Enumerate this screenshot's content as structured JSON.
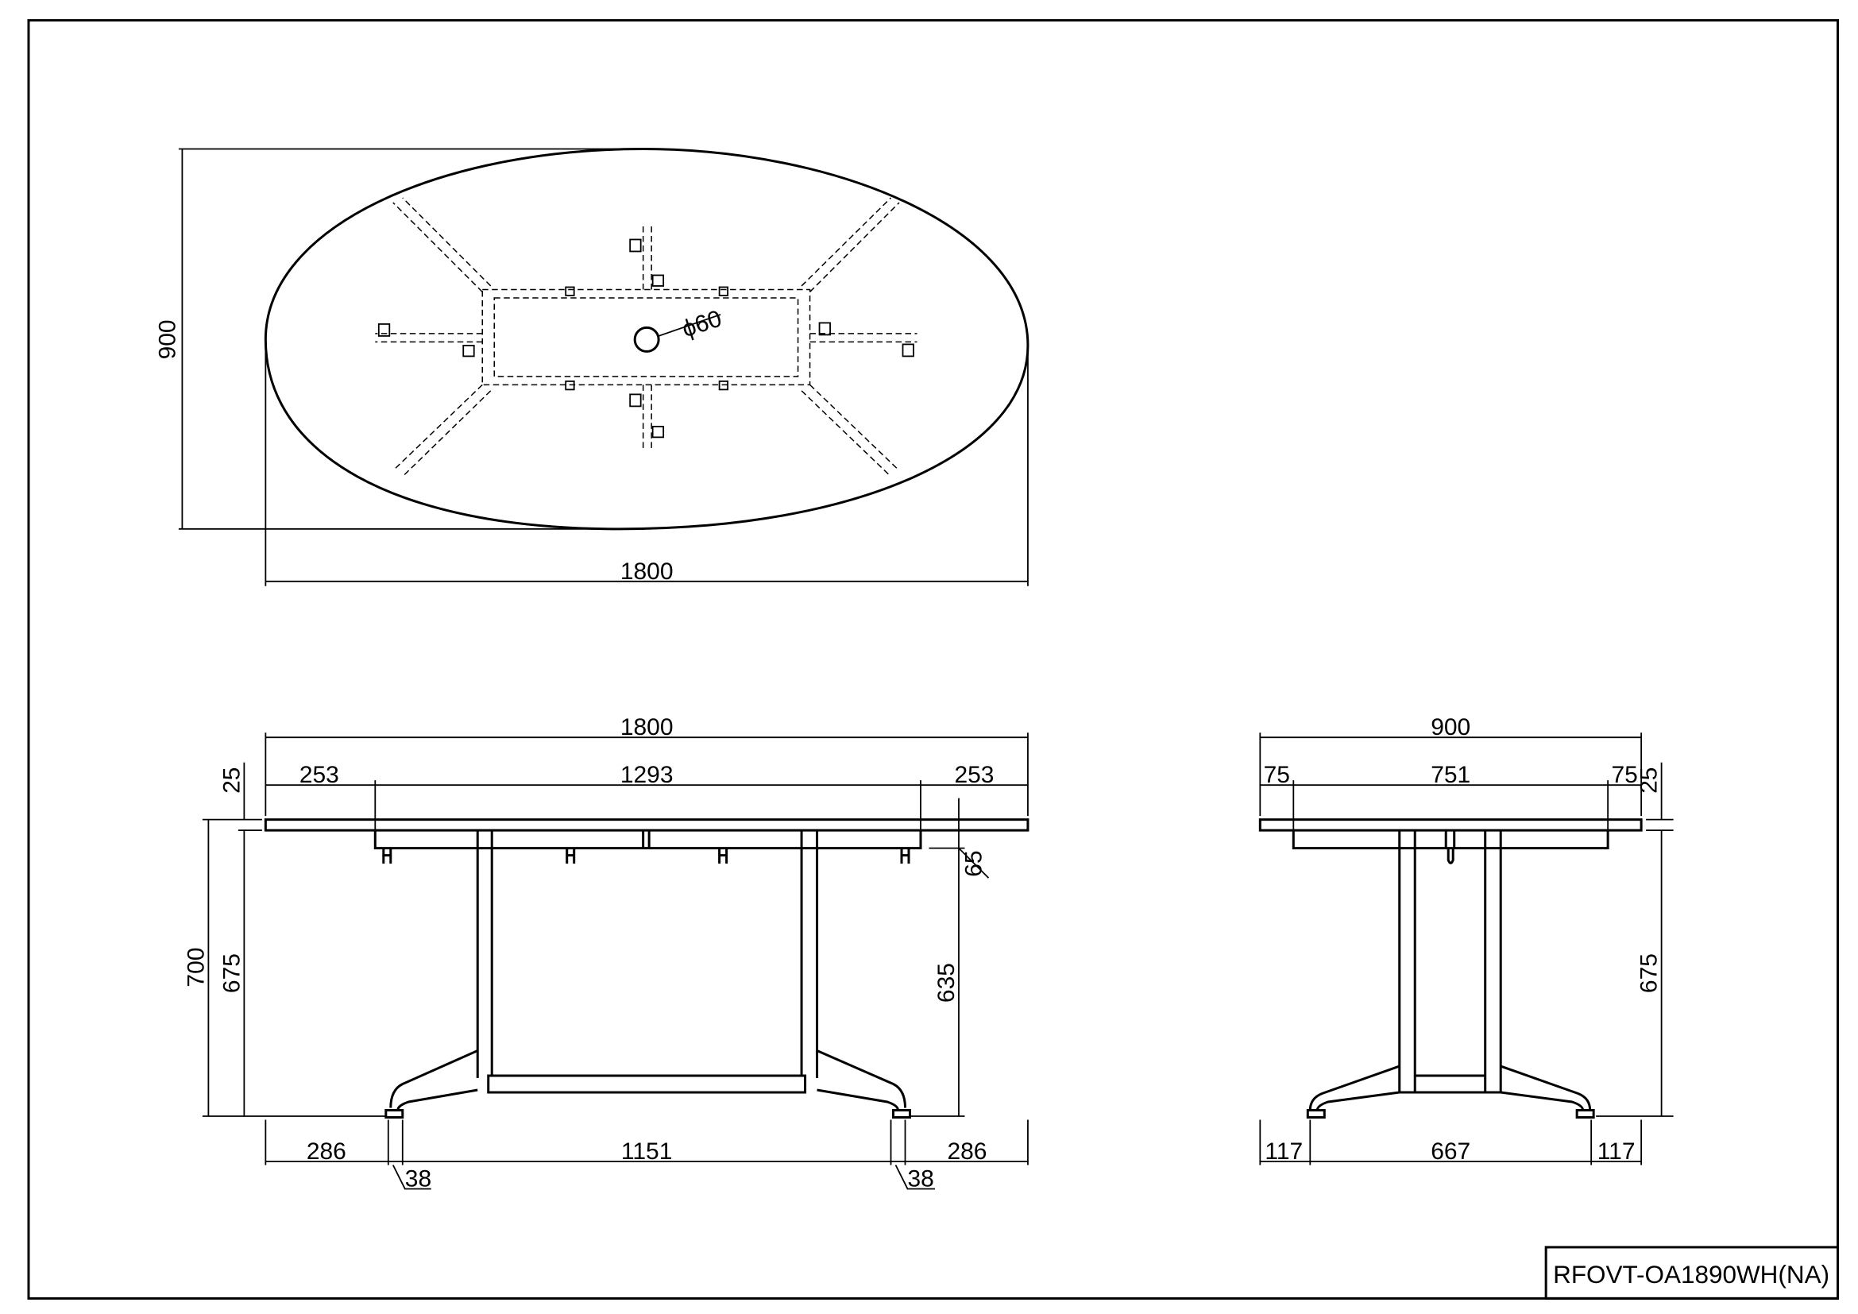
{
  "title_block": {
    "model": "RFOVT-OA1890WH(NA)"
  },
  "top_view": {
    "width": "1800",
    "depth": "900",
    "hole_diameter": "ϕ60"
  },
  "front_view": {
    "overall_width": "1800",
    "top_segments": [
      "253",
      "1293",
      "253"
    ],
    "top_thickness": "25",
    "overall_height": "700",
    "under_top_height": "675",
    "apron_height": "65",
    "clearance_height": "635",
    "foot_segments": [
      "286",
      "1151",
      "286"
    ],
    "foot_width_left": "38",
    "foot_width_right": "38"
  },
  "side_view": {
    "overall_depth": "900",
    "top_segments": [
      "75",
      "751",
      "75"
    ],
    "top_thickness": "25",
    "under_top_height": "675",
    "foot_segments": [
      "117",
      "667",
      "117"
    ]
  }
}
